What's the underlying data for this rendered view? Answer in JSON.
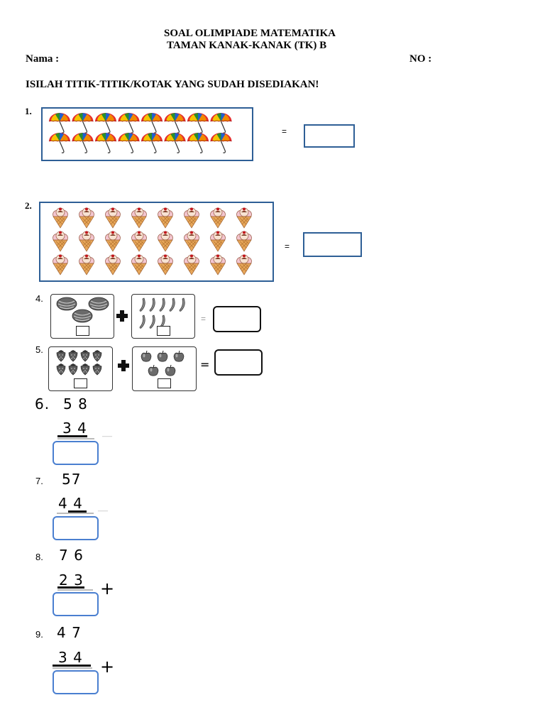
{
  "header": {
    "title_line1": "SOAL OLIMPIADE MATEMATIKA",
    "title_line2": "TAMAN KANAK-KANAK (TK) B",
    "name_label": "Nama :",
    "no_label": "NO :",
    "instruction": "ISILAH TITIK-TITIK/KOTAK YANG SUDAH DISEDIAKAN!"
  },
  "q1": {
    "number": "1.",
    "equals": "=",
    "picture": "umbrella-icon",
    "count": 16
  },
  "q2": {
    "number": "2.",
    "equals": "=",
    "picture": "ice-cream-icon",
    "count": 24
  },
  "q4": {
    "number": "4.",
    "equals": "=",
    "left_picture": "watermelon-icon",
    "left_count": 3,
    "right_picture": "banana-icon",
    "right_count": 8,
    "operator": "plus-icon"
  },
  "q5": {
    "number": "5.",
    "equals": "=",
    "left_picture": "strawberry-icon",
    "left_count": 8,
    "right_picture": "apple-icon",
    "right_count": 5,
    "operator": "plus-icon"
  },
  "q6": {
    "number": "6.",
    "top": "5 8",
    "bottom": "3 4",
    "operator": "—"
  },
  "q7": {
    "number": "7.",
    "top": "57",
    "bottom": "4 4",
    "operator": "—"
  },
  "q8": {
    "number": "8.",
    "top": "7 6",
    "bottom": "2 3",
    "operator": "+"
  },
  "q9": {
    "number": "9.",
    "top": "4 7",
    "bottom": "3 4",
    "operator": "+"
  },
  "colors": {
    "frame_blue": "#2e5f96",
    "answer_blue": "#4a7fd0"
  }
}
